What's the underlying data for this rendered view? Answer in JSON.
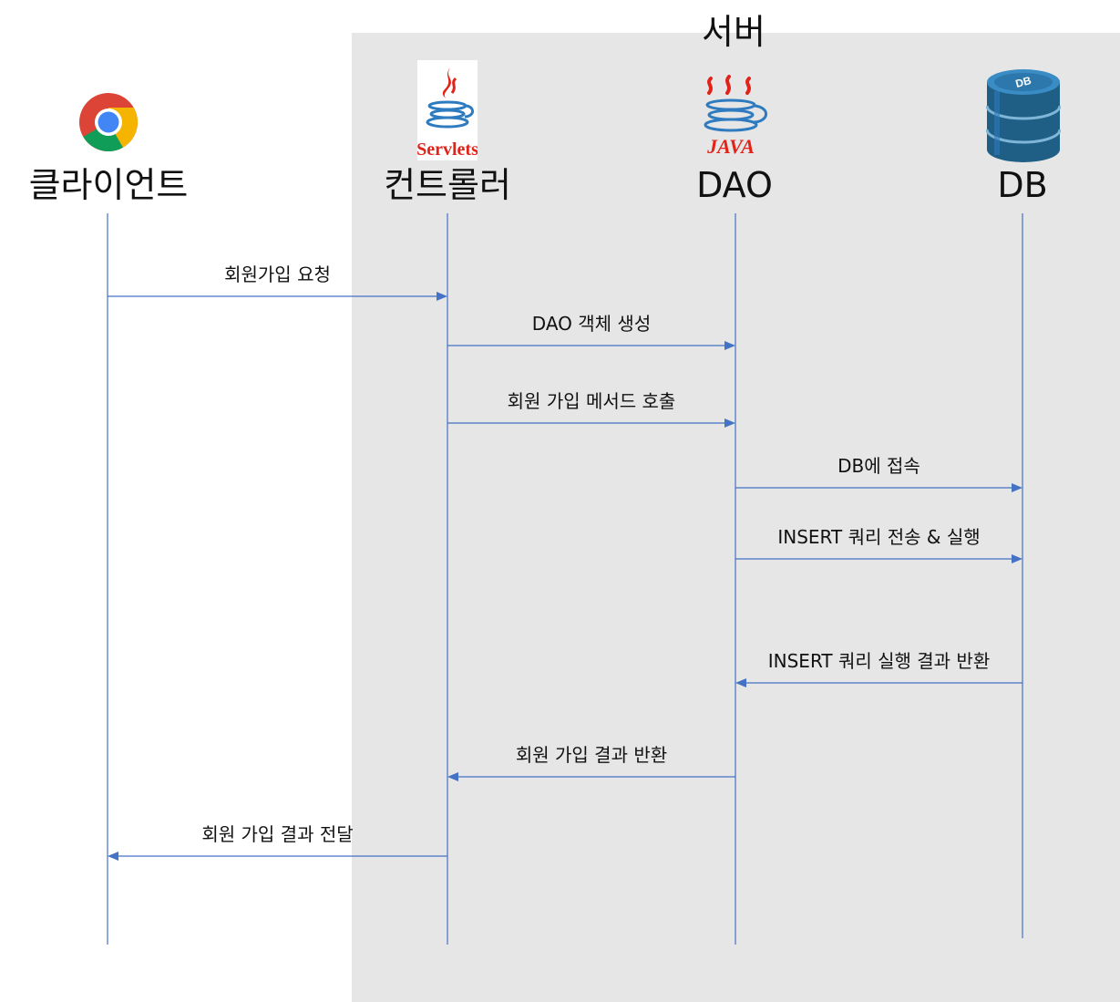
{
  "server_label": "서버",
  "actors": [
    {
      "name": "클라이언트",
      "icon": "chrome-icon"
    },
    {
      "name": "컨트롤러",
      "icon": "servlets-icon",
      "icon_text": "Servlets"
    },
    {
      "name": "DAO",
      "icon": "java-icon",
      "icon_text": "JAVA"
    },
    {
      "name": "DB",
      "icon": "database-icon",
      "icon_text": "DB"
    }
  ],
  "messages": [
    {
      "from": 0,
      "to": 1,
      "label": "회원가입 요청"
    },
    {
      "from": 1,
      "to": 2,
      "label": "DAO 객체 생성"
    },
    {
      "from": 1,
      "to": 2,
      "label": "회원 가입 메서드 호출"
    },
    {
      "from": 2,
      "to": 3,
      "label": "DB에 접속"
    },
    {
      "from": 2,
      "to": 3,
      "label": "INSERT 쿼리 전송 & 실행"
    },
    {
      "from": 3,
      "to": 2,
      "label": "INSERT 쿼리 실행 결과 반환"
    },
    {
      "from": 2,
      "to": 1,
      "label": "회원 가입 결과 반환"
    },
    {
      "from": 1,
      "to": 0,
      "label": "회원 가입 결과 전달"
    }
  ],
  "colors": {
    "line": "#4472c4",
    "server_bg": "#e6e6e6"
  }
}
